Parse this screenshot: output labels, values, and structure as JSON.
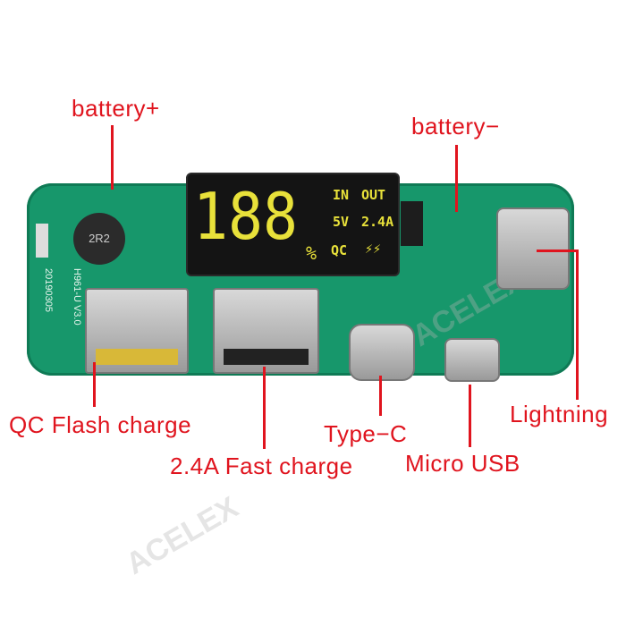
{
  "labels": {
    "battery_plus": "battery+",
    "battery_minus": "battery−",
    "qc_flash": "QC Flash charge",
    "fast_charge": "2.4A Fast charge",
    "type_c": "Type−C",
    "micro_usb": "Micro USB",
    "lightning": "Lightning"
  },
  "display": {
    "digits": "188",
    "percent": "%",
    "in": "IN",
    "out": "OUT",
    "voltage": "5V",
    "current": "2.4A",
    "qc": "QC",
    "bolt": "⚡⚡"
  },
  "board": {
    "model": "H961-U V3.0",
    "date": "20190305",
    "inductor": "2R2"
  },
  "watermark": "ACELEX",
  "colors": {
    "label": "#e0141e",
    "board": "#17976b",
    "display_text": "#e8e13a"
  }
}
